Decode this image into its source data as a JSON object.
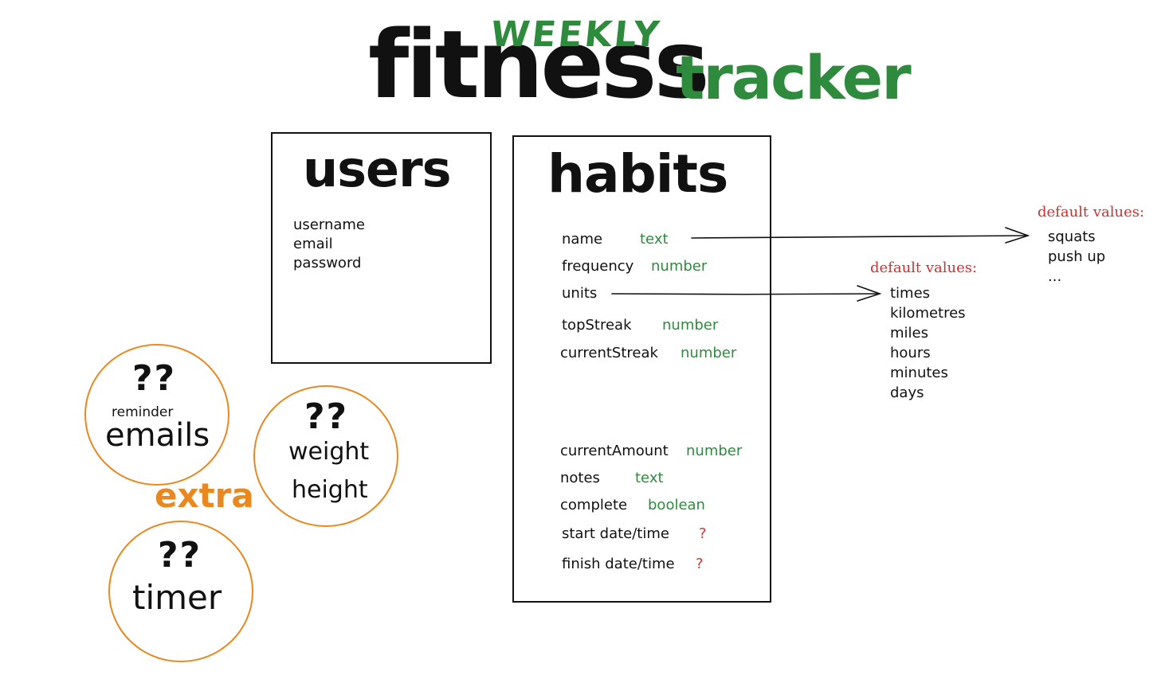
{
  "title": {
    "weekly": "WEEKLY",
    "fitness": "fitness",
    "tracker": "tracker"
  },
  "users": {
    "title": "users",
    "fields": [
      "username",
      "email",
      "password"
    ]
  },
  "habits": {
    "title": "habits",
    "fields": [
      {
        "name": "name",
        "type": "text"
      },
      {
        "name": "frequency",
        "type": "number"
      },
      {
        "name": "units",
        "type": ""
      },
      {
        "name": "topStreak",
        "type": "number"
      },
      {
        "name": "currentStreak",
        "type": "number"
      },
      {
        "name": "currentAmount",
        "type": "number"
      },
      {
        "name": "notes",
        "type": "text"
      },
      {
        "name": "complete",
        "type": "boolean"
      },
      {
        "name": "start date/time",
        "type": "?"
      },
      {
        "name": "finish date/time",
        "type": "?"
      }
    ]
  },
  "defaults_units": {
    "label": "default values:",
    "values": [
      "times",
      "kilometres",
      "miles",
      "hours",
      "minutes",
      "days"
    ]
  },
  "defaults_name": {
    "label": "default values:",
    "values": [
      "squats",
      "push up",
      "..."
    ]
  },
  "extras": {
    "label": "extra",
    "emails": {
      "qq": "??",
      "small": "reminder",
      "big": "emails"
    },
    "weight": {
      "qq": "??",
      "line1": "weight",
      "line2": "height"
    },
    "timer": {
      "qq": "??",
      "big": "timer"
    }
  },
  "colors": {
    "green": "#2e8b3e",
    "red": "#d0312d",
    "orange": "#e8881f",
    "ink": "#111111"
  }
}
